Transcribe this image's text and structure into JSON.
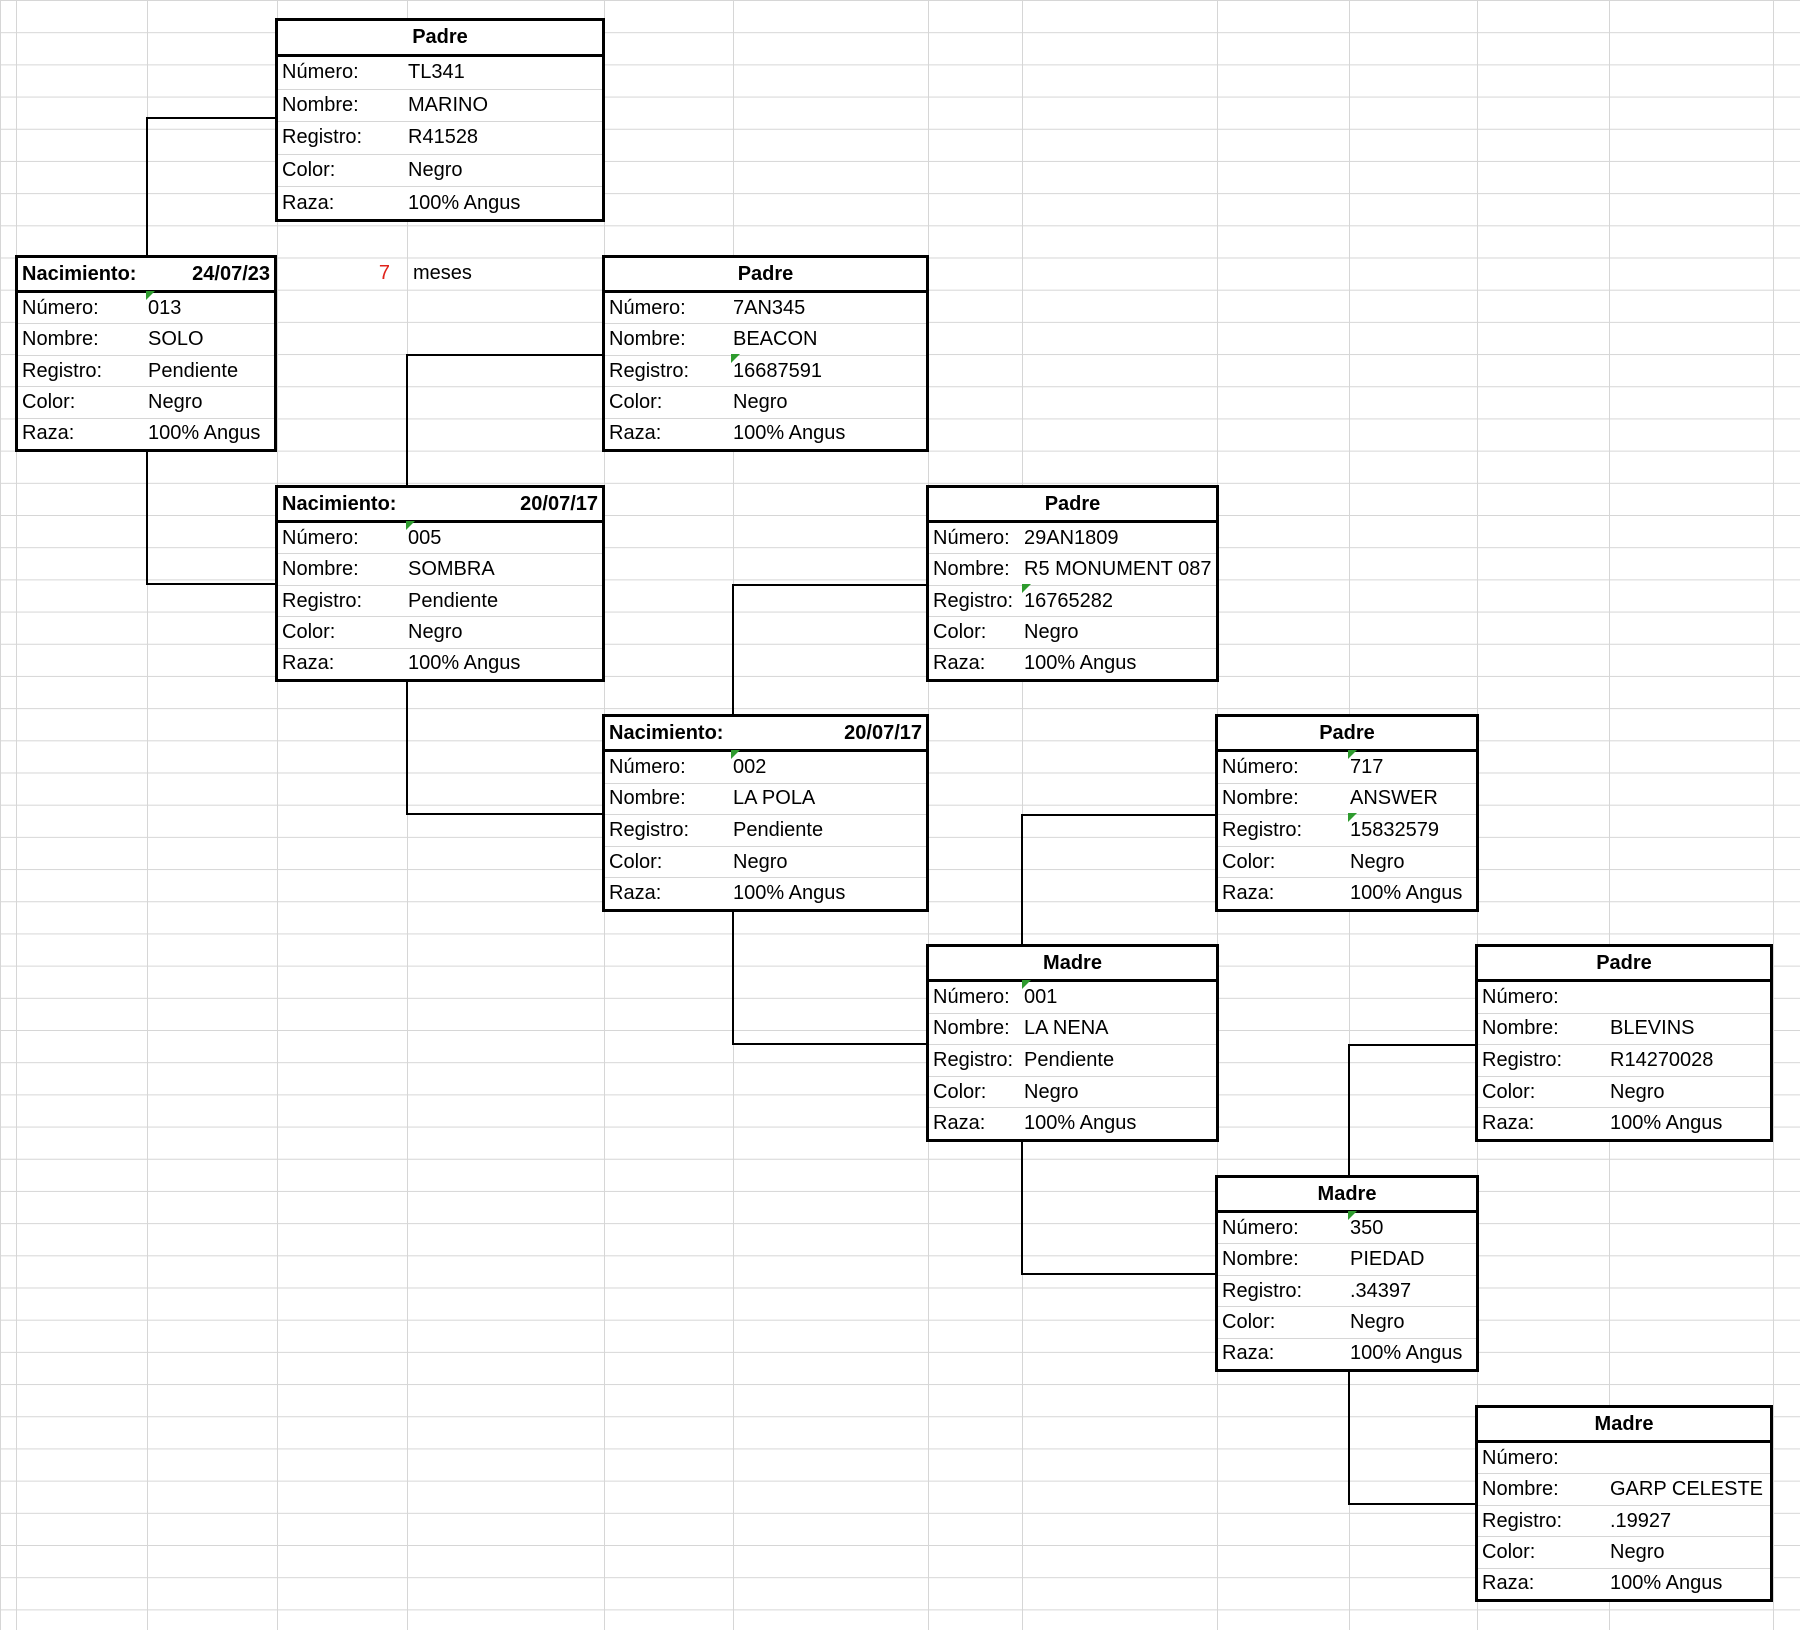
{
  "labels": {
    "numero": "Número:",
    "nombre": "Nombre:",
    "registro": "Registro:",
    "color": "Color:",
    "raza": "Raza:",
    "nacimiento": "Nacimiento:"
  },
  "age": {
    "value": "7",
    "unit": "meses"
  },
  "animals": {
    "solo": {
      "birth": "24/07/23",
      "numero": "013",
      "nombre": "SOLO",
      "registro": "Pendiente",
      "color": "Negro",
      "raza": "100% Angus"
    },
    "padre_marino": {
      "title": "Padre",
      "numero": "TL341",
      "nombre": "MARINO",
      "registro": "R41528",
      "color": "Negro",
      "raza": "100% Angus"
    },
    "sombra": {
      "birth": "20/07/17",
      "numero": "005",
      "nombre": "SOMBRA",
      "registro": "Pendiente",
      "color": "Negro",
      "raza": "100% Angus"
    },
    "padre_beacon": {
      "title": "Padre",
      "numero": "7AN345",
      "nombre": "BEACON",
      "registro": "16687591",
      "color": "Negro",
      "raza": "100% Angus"
    },
    "la_pola": {
      "birth": "20/07/17",
      "numero": "002",
      "nombre": "LA POLA",
      "registro": "Pendiente",
      "color": "Negro",
      "raza": "100% Angus"
    },
    "padre_monument": {
      "title": "Padre",
      "numero": "29AN1809",
      "nombre": "R5 MONUMENT 087",
      "registro": "16765282",
      "color": "Negro",
      "raza": "100% Angus"
    },
    "madre_la_nena": {
      "title": "Madre",
      "numero": "001",
      "nombre": "LA NENA",
      "registro": "Pendiente",
      "color": "Negro",
      "raza": "100% Angus"
    },
    "padre_answer": {
      "title": "Padre",
      "numero": "717",
      "nombre": "ANSWER",
      "registro": "15832579",
      "color": "Negro",
      "raza": "100% Angus"
    },
    "madre_piedad": {
      "title": "Madre",
      "numero": "350",
      "nombre": "PIEDAD",
      "registro": ".34397",
      "color": "Negro",
      "raza": "100% Angus"
    },
    "padre_blevins": {
      "title": "Padre",
      "numero": "",
      "nombre": "BLEVINS",
      "registro": "R14270028",
      "color": "Negro",
      "raza": "100% Angus"
    },
    "madre_garp": {
      "title": "Madre",
      "numero": "",
      "nombre": "GARP CELESTE",
      "registro": ".19927",
      "color": "Negro",
      "raza": "100% Angus"
    }
  }
}
